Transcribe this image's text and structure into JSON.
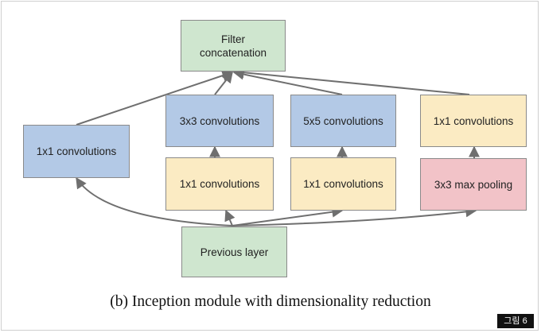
{
  "nodes": {
    "filter_concat": "Filter\nconcatenation",
    "left_1x1": "1x1 convolutions",
    "conv3x3": "3x3 convolutions",
    "conv5x5": "5x5 convolutions",
    "right_1x1_top": "1x1 convolutions",
    "reduce_1x1_a": "1x1 convolutions",
    "reduce_1x1_b": "1x1 convolutions",
    "max_pool": "3x3 max pooling",
    "previous_layer": "Previous layer"
  },
  "caption": "(b)  Inception module with dimensionality reduction",
  "badge": "그림 6",
  "colors": {
    "green": "#cfe6cf",
    "blue": "#b3c9e6",
    "yellow": "#fbebc3",
    "pink": "#f2c3c8",
    "arrow": "#6f6f6f"
  }
}
